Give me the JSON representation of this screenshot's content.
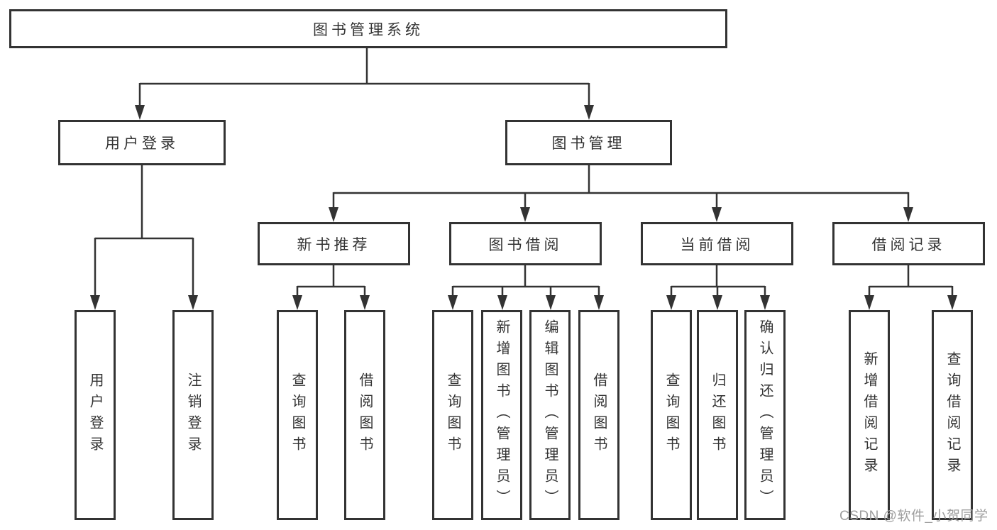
{
  "diagram": {
    "root": {
      "label": "图书管理系统"
    },
    "level2": [
      {
        "label": "用户登录",
        "children": [
          {
            "label": "用户登录"
          },
          {
            "label": "注销登录"
          }
        ]
      },
      {
        "label": "图书管理",
        "children": [
          {
            "label": "新书推荐",
            "children": [
              {
                "label": "查询图书"
              },
              {
                "label": "借阅图书"
              }
            ]
          },
          {
            "label": "图书借阅",
            "children": [
              {
                "label": "查询图书"
              },
              {
                "label": "新增图书（管理员）"
              },
              {
                "label": "编辑图书（管理员）"
              },
              {
                "label": "借阅图书"
              }
            ]
          },
          {
            "label": "当前借阅",
            "children": [
              {
                "label": "查询图书"
              },
              {
                "label": "归还图书"
              },
              {
                "label": "确认归还（管理员）"
              }
            ]
          },
          {
            "label": "借阅记录",
            "children": [
              {
                "label": "新增借阅记录"
              },
              {
                "label": "查询借阅记录"
              }
            ]
          }
        ]
      }
    ]
  },
  "watermark": {
    "text": "CSDN @软件_小贺同学",
    "color": "#9e9e9e"
  },
  "colors": {
    "line": "#333333",
    "box_border": "#333333",
    "box_fill": "#ffffff",
    "text": "#333333",
    "background": "#ffffff"
  }
}
